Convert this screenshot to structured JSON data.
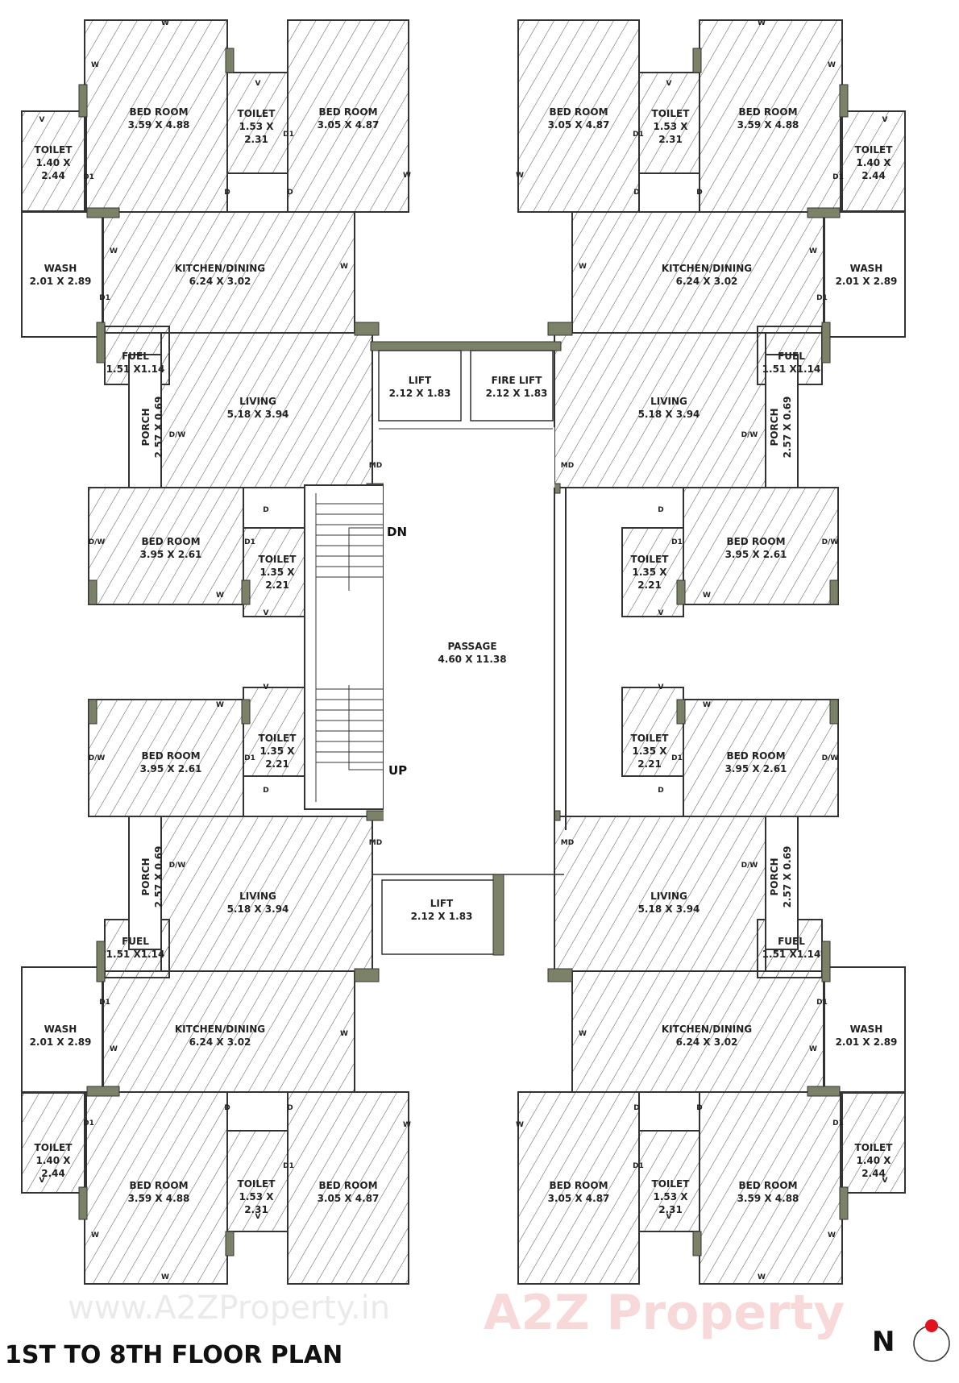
{
  "title": "1ST TO 8TH FLOOR PLAN",
  "north_label": "N",
  "watermarks": {
    "url": "www.A2ZProperty.in",
    "brand": "A2Z Property"
  },
  "colors": {
    "wall": "#333333",
    "pillar": "#7b8268",
    "hatch": "#555555",
    "north_dot": "#e0141e"
  },
  "units": [
    {
      "id": "top-left",
      "rooms": [
        {
          "name": "BED ROOM",
          "dim": "3.59 X 4.88"
        },
        {
          "name": "TOILET",
          "dim": "1.53 X 2.31"
        },
        {
          "name": "BED ROOM",
          "dim": "3.05 X 4.87"
        },
        {
          "name": "TOILET",
          "dim": "1.40 X 2.44"
        },
        {
          "name": "WASH",
          "dim": "2.01 X 2.89"
        },
        {
          "name": "KITCHEN/DINING",
          "dim": "6.24 X 3.02"
        },
        {
          "name": "FUEL",
          "dim": "1.51 X1.14"
        },
        {
          "name": "LIVING",
          "dim": "5.18 X 3.94"
        },
        {
          "name": "PORCH",
          "dim": "2.57 X 0.69"
        },
        {
          "name": "BED ROOM",
          "dim": "3.95 X 2.61"
        },
        {
          "name": "TOILET",
          "dim": "1.35 X 2.21"
        }
      ]
    },
    {
      "id": "top-right",
      "rooms": [
        {
          "name": "BED ROOM",
          "dim": "3.59 X 4.88"
        },
        {
          "name": "TOILET",
          "dim": "1.53 X 2.31"
        },
        {
          "name": "BED ROOM",
          "dim": "3.05 X 4.87"
        },
        {
          "name": "TOILET",
          "dim": "1.40 X 2.44"
        },
        {
          "name": "WASH",
          "dim": "2.01 X 2.89"
        },
        {
          "name": "KITCHEN/DINING",
          "dim": "6.24 X 3.02"
        },
        {
          "name": "FUEL",
          "dim": "1.51 X1.14"
        },
        {
          "name": "LIVING",
          "dim": "5.18 X 3.94"
        },
        {
          "name": "PORCH",
          "dim": "2.57 X 0.69"
        },
        {
          "name": "BED ROOM",
          "dim": "3.95 X 2.61"
        },
        {
          "name": "TOILET",
          "dim": "1.35 X 2.21"
        }
      ]
    },
    {
      "id": "bottom-left",
      "rooms": [
        {
          "name": "BED ROOM",
          "dim": "3.59 X 4.88"
        },
        {
          "name": "TOILET",
          "dim": "1.53 X 2.31"
        },
        {
          "name": "BED ROOM",
          "dim": "3.05 X 4.87"
        },
        {
          "name": "TOILET",
          "dim": "1.40 X 2.44"
        },
        {
          "name": "WASH",
          "dim": "2.01 X 2.89"
        },
        {
          "name": "KITCHEN/DINING",
          "dim": "6.24 X 3.02"
        },
        {
          "name": "FUEL",
          "dim": "1.51 X1.14"
        },
        {
          "name": "LIVING",
          "dim": "5.18 X 3.94"
        },
        {
          "name": "PORCH",
          "dim": "2.57 X 0.69"
        },
        {
          "name": "BED ROOM",
          "dim": "3.95 X 2.61"
        },
        {
          "name": "TOILET",
          "dim": "1.35 X 2.21"
        }
      ]
    },
    {
      "id": "bottom-right",
      "rooms": [
        {
          "name": "BED ROOM",
          "dim": "3.59 X 4.88"
        },
        {
          "name": "TOILET",
          "dim": "1.53 X 2.31"
        },
        {
          "name": "BED ROOM",
          "dim": "3.05 X 4.87"
        },
        {
          "name": "TOILET",
          "dim": "1.40 X 2.44"
        },
        {
          "name": "WASH",
          "dim": "2.01 X 2.89"
        },
        {
          "name": "KITCHEN/DINING",
          "dim": "6.24 X 3.02"
        },
        {
          "name": "FUEL",
          "dim": "1.51 X1.14"
        },
        {
          "name": "LIVING",
          "dim": "5.18 X 3.94"
        },
        {
          "name": "PORCH",
          "dim": "2.57 X 0.69"
        },
        {
          "name": "BED ROOM",
          "dim": "3.95 X 2.61"
        },
        {
          "name": "TOILET",
          "dim": "1.35 X 2.21"
        }
      ]
    }
  ],
  "markers": [
    "W",
    "W",
    "V",
    "D1",
    "V",
    "D1",
    "D",
    "D",
    "W",
    "D1",
    "W",
    "W",
    "D/W",
    "D",
    "D1",
    "W",
    "D/W",
    "V"
  ],
  "core": {
    "lift_top": {
      "name": "LIFT",
      "dim": "2.12 X 1.83"
    },
    "fire_lift": {
      "name": "FIRE LIFT",
      "dim": "2.12 X 1.83"
    },
    "lift_bottom": {
      "name": "LIFT",
      "dim": "2.12 X 1.83"
    },
    "passage": {
      "name": "PASSAGE",
      "dim": "4.60 X 11.38"
    },
    "stair_down": "DN",
    "stair_up": "UP",
    "main_door": "MD"
  }
}
